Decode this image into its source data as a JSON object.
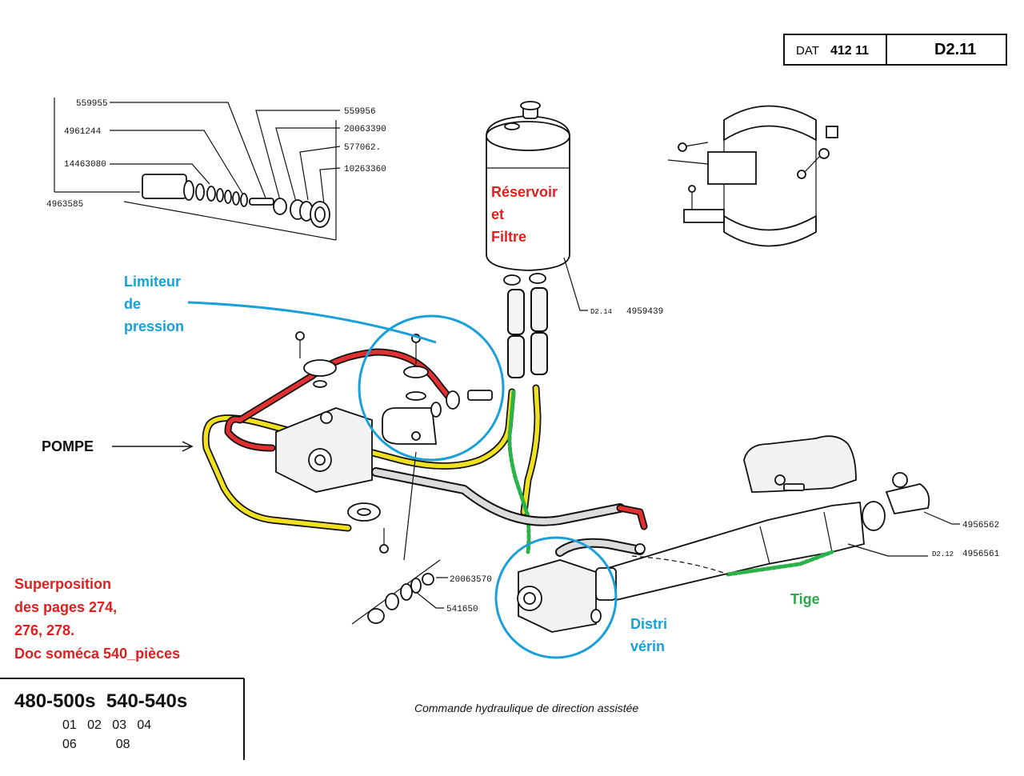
{
  "header": {
    "dat_label": "DAT",
    "dat_number": "412 11",
    "page_ref": "D2.11"
  },
  "part_numbers": {
    "p559955": "559955",
    "p559956": "559956",
    "p4961244": "4961244",
    "p20063390": "20063390",
    "p577062": "577062.",
    "p14463080": "14463080",
    "p10263360": "10263360",
    "p4963585": "4963585",
    "p4959439": "4959439",
    "p4959439_ref": "D2.14",
    "p4956562": "4956562",
    "p4956561": "4956561",
    "p4956561_ref": "D2.12",
    "p20063570": "20063570",
    "p541650": "541650"
  },
  "annotations": {
    "reservoir": [
      "Réservoir",
      "et",
      "Filtre"
    ],
    "limiteur": [
      "Limiteur",
      "de",
      "pression"
    ],
    "pompe": "POMPE",
    "tige": "Tige",
    "distri": [
      "Distri",
      "vérin"
    ],
    "superposition": [
      "Superposition",
      "des pages 274,",
      "276, 278.",
      "Doc soméca 540_pièces"
    ]
  },
  "models": {
    "title": "480-500s  540-540s",
    "row1": "01   02   03   04",
    "row2": "06           08"
  },
  "caption": "Commande hydraulique de direction assistée",
  "colors": {
    "annotation_red": "#e02020",
    "annotation_blue": "#1aa0d8",
    "annotation_green": "#2aa84a",
    "hose_yellow": "#f0e020",
    "hose_red": "#e03030",
    "hose_green": "#2bb34a"
  }
}
